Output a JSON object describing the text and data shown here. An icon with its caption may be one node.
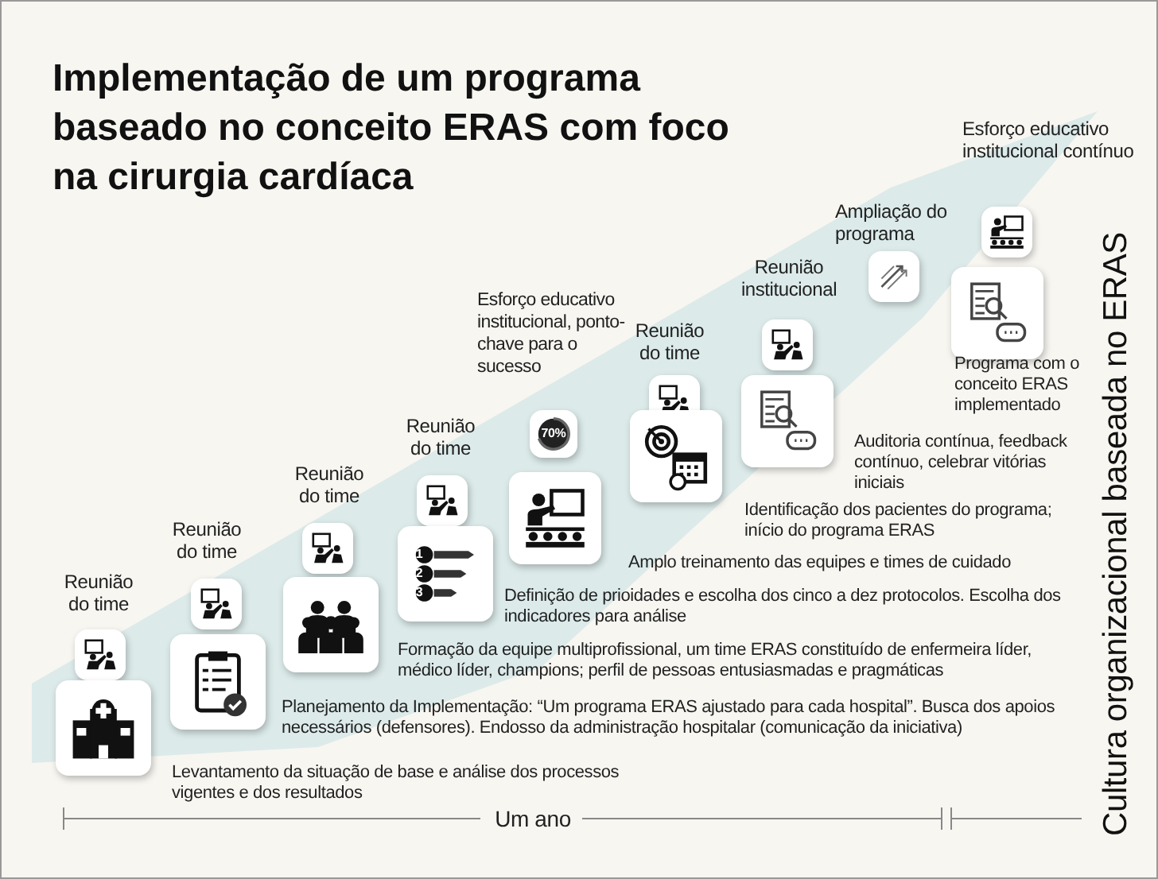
{
  "diagram": {
    "title": "Implementação de um programa baseado no conceito ERAS com foco na cirurgia cardíaca",
    "labels": [
      "Esforço educativo institucional contínuo",
      "Ampliação do programa",
      "Reunião institucional",
      "Esforço educativo institucional, ponto-chave para o sucesso",
      "Reunião do time",
      "70%",
      "Programa com o conceito ERAS implementado",
      "Reunião do time",
      "Auditoria contínua, feedback contínuo, celebrar vitórias iniciais",
      "Reunião do time",
      "Identificação dos pacientes do programa; início do programa ERAS",
      "Reunião do time",
      "1",
      "2",
      "3",
      "Amplo treinamento das equipes e times de cuidado",
      "Reunião do time",
      "Definição de prioidades e escolha dos cinco a dez protocolos. Escolha dos indicadores para análise",
      "Formação da equipe multiprofissional, um time ERAS constituído de enfermeira líder, médico líder, champions; perfil de pessoas entusiasmadas e pragmáticas",
      "Planejamento da Implementação: “Um programa ERAS ajustado para cada hospital”. Busca dos apoios necessários (defensores). Endosso da administração hospitalar (comunicação da iniciativa)",
      "Levantamento da situação de base e análise dos processos vigentes e dos resultados",
      "Um ano",
      "Cultura organizacional baseada no ERAS"
    ]
  }
}
